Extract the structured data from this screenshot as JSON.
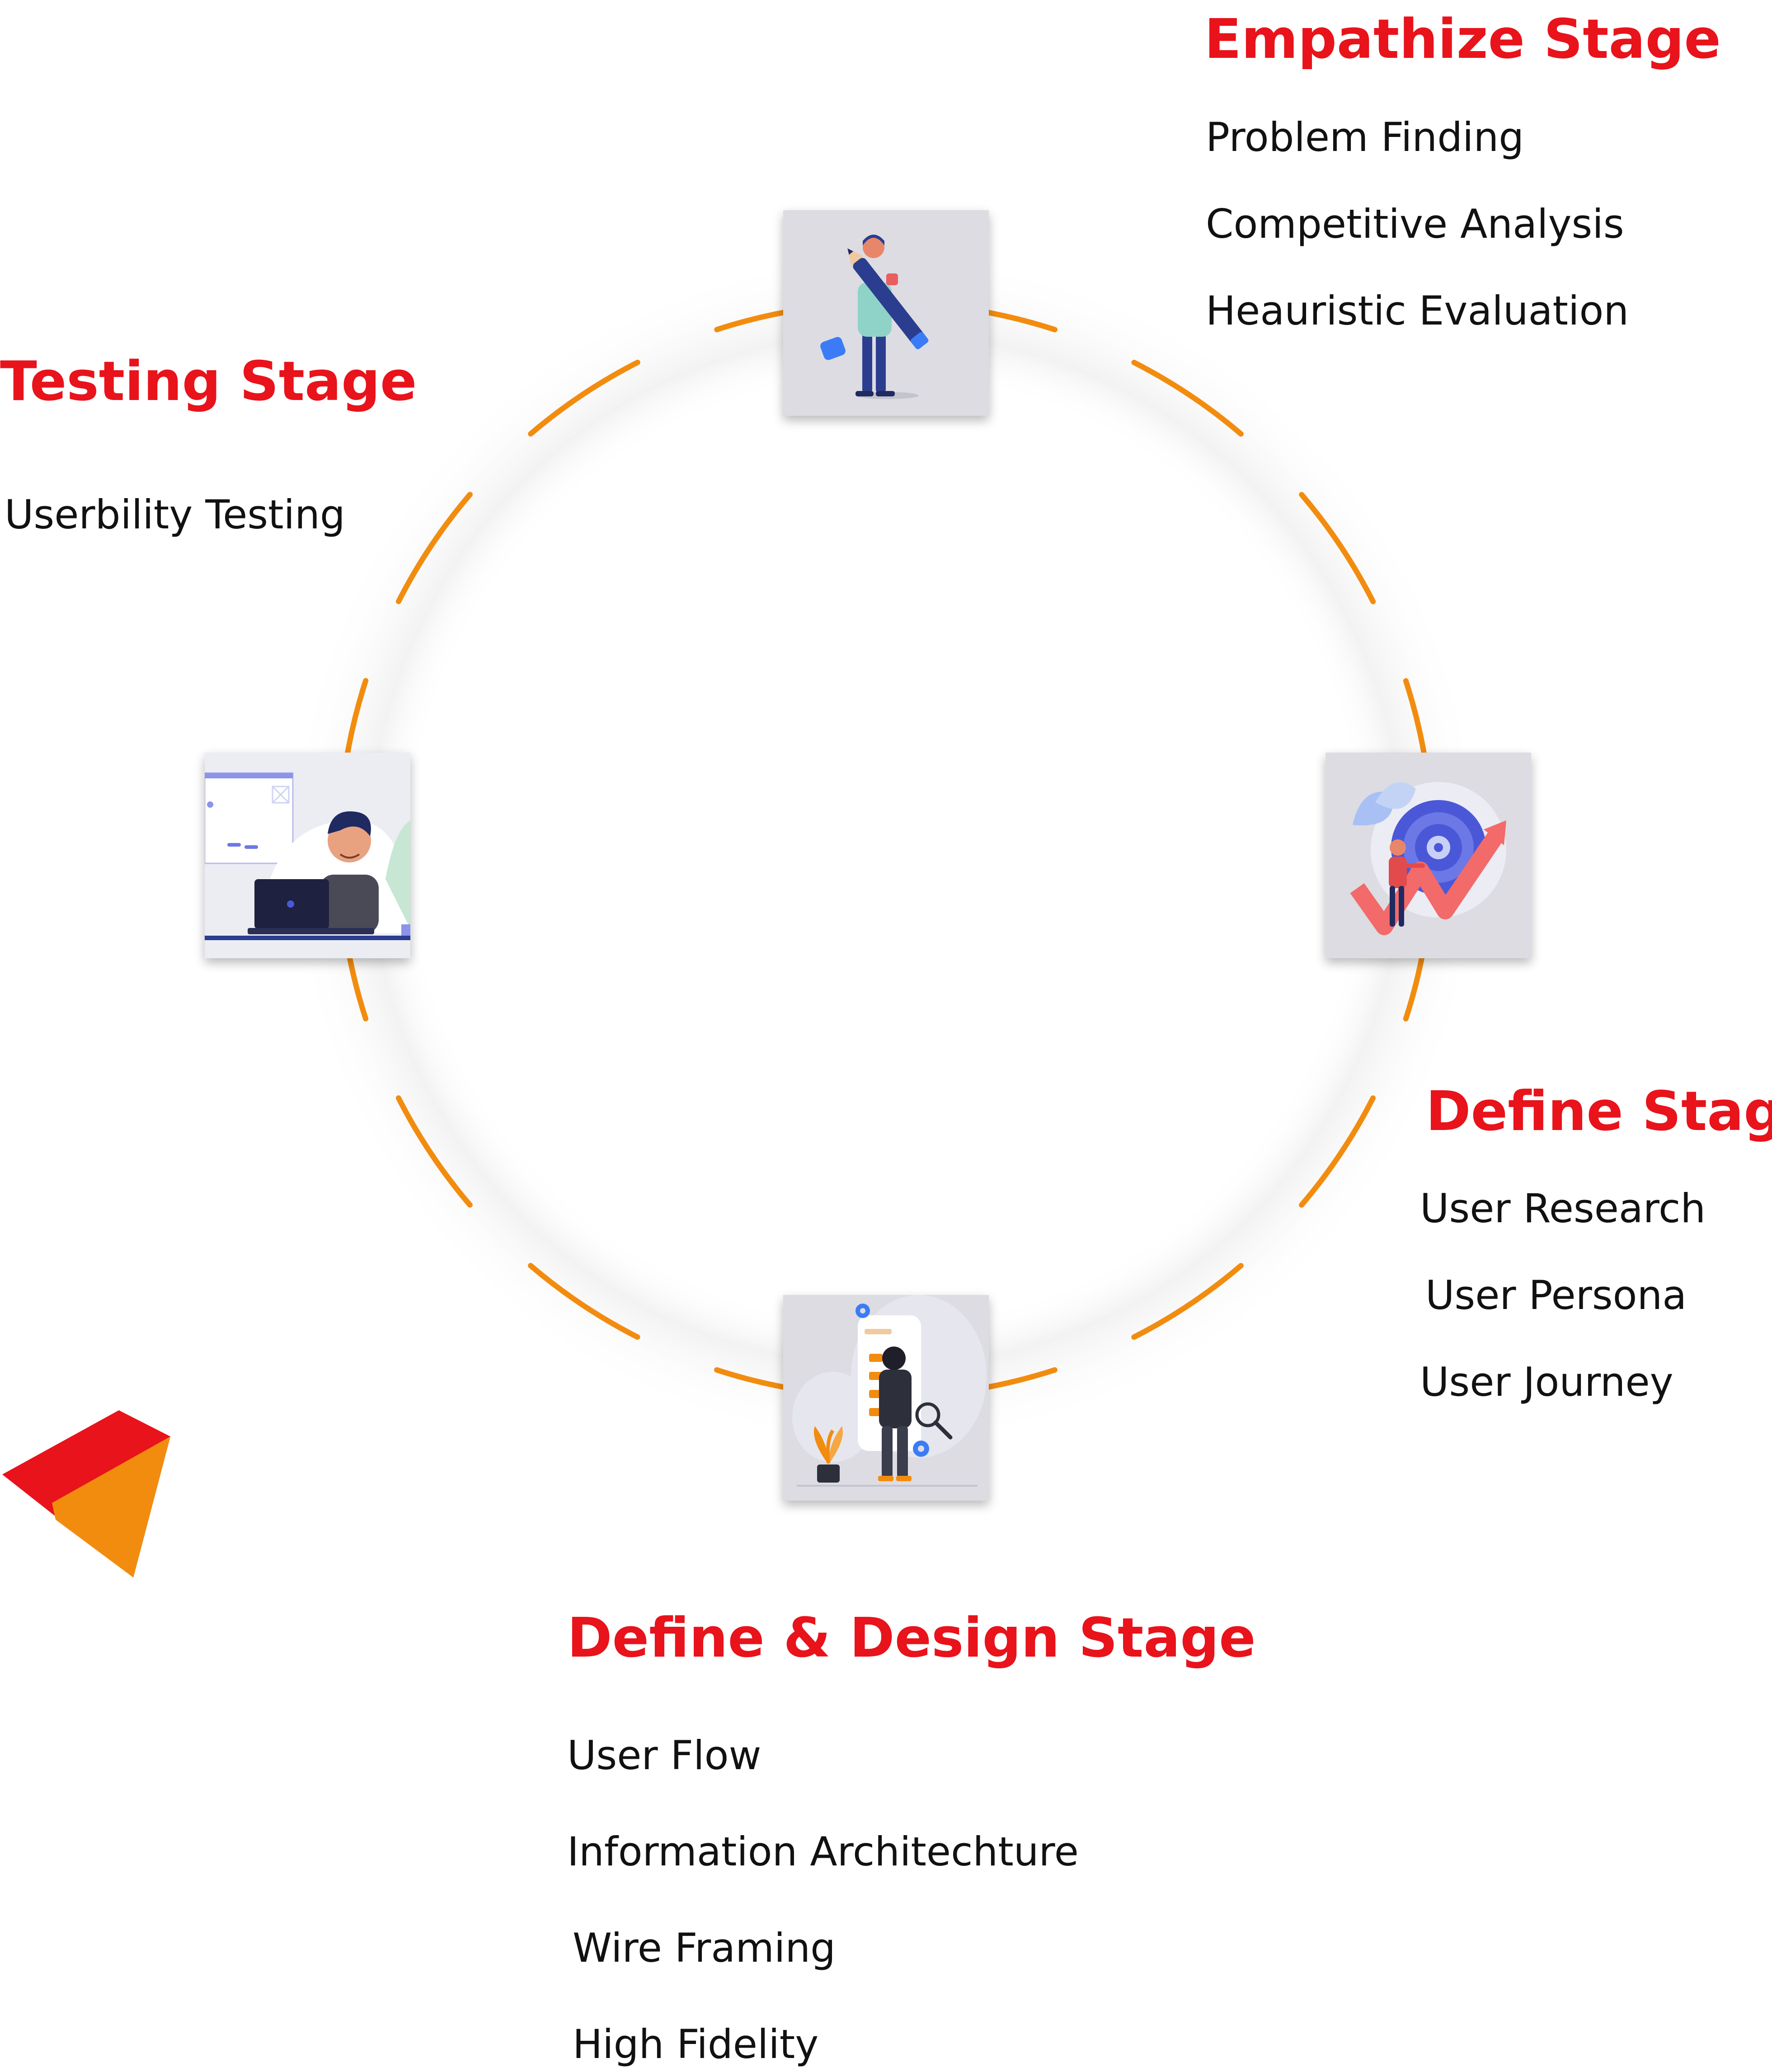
{
  "colors": {
    "accent": "#E8131B",
    "dash": "#F28C0F",
    "card_bg": "#DCDCE2",
    "text": "#111111"
  },
  "stages": {
    "empathize": {
      "title": "Empathize Stage",
      "items": [
        "Problem Finding",
        "Competitive Analysis",
        "Heauristic Evaluation"
      ],
      "illustration": "person-with-pencil-illustration"
    },
    "define": {
      "title": "Define Stage",
      "items": [
        "User Research",
        "User Persona",
        "User Journey"
      ],
      "illustration": "target-growth-illustration"
    },
    "design": {
      "title": "Define & Design Stage",
      "items": [
        "User Flow",
        "Information Architechture",
        "Wire Framing",
        "High Fidelity"
      ],
      "illustration": "wireframe-builder-illustration"
    },
    "testing": {
      "title": "Testing Stage",
      "items": [
        "Userbility Testing"
      ],
      "illustration": "person-at-laptop-illustration"
    }
  },
  "logo": "red-orange-kite-logo"
}
